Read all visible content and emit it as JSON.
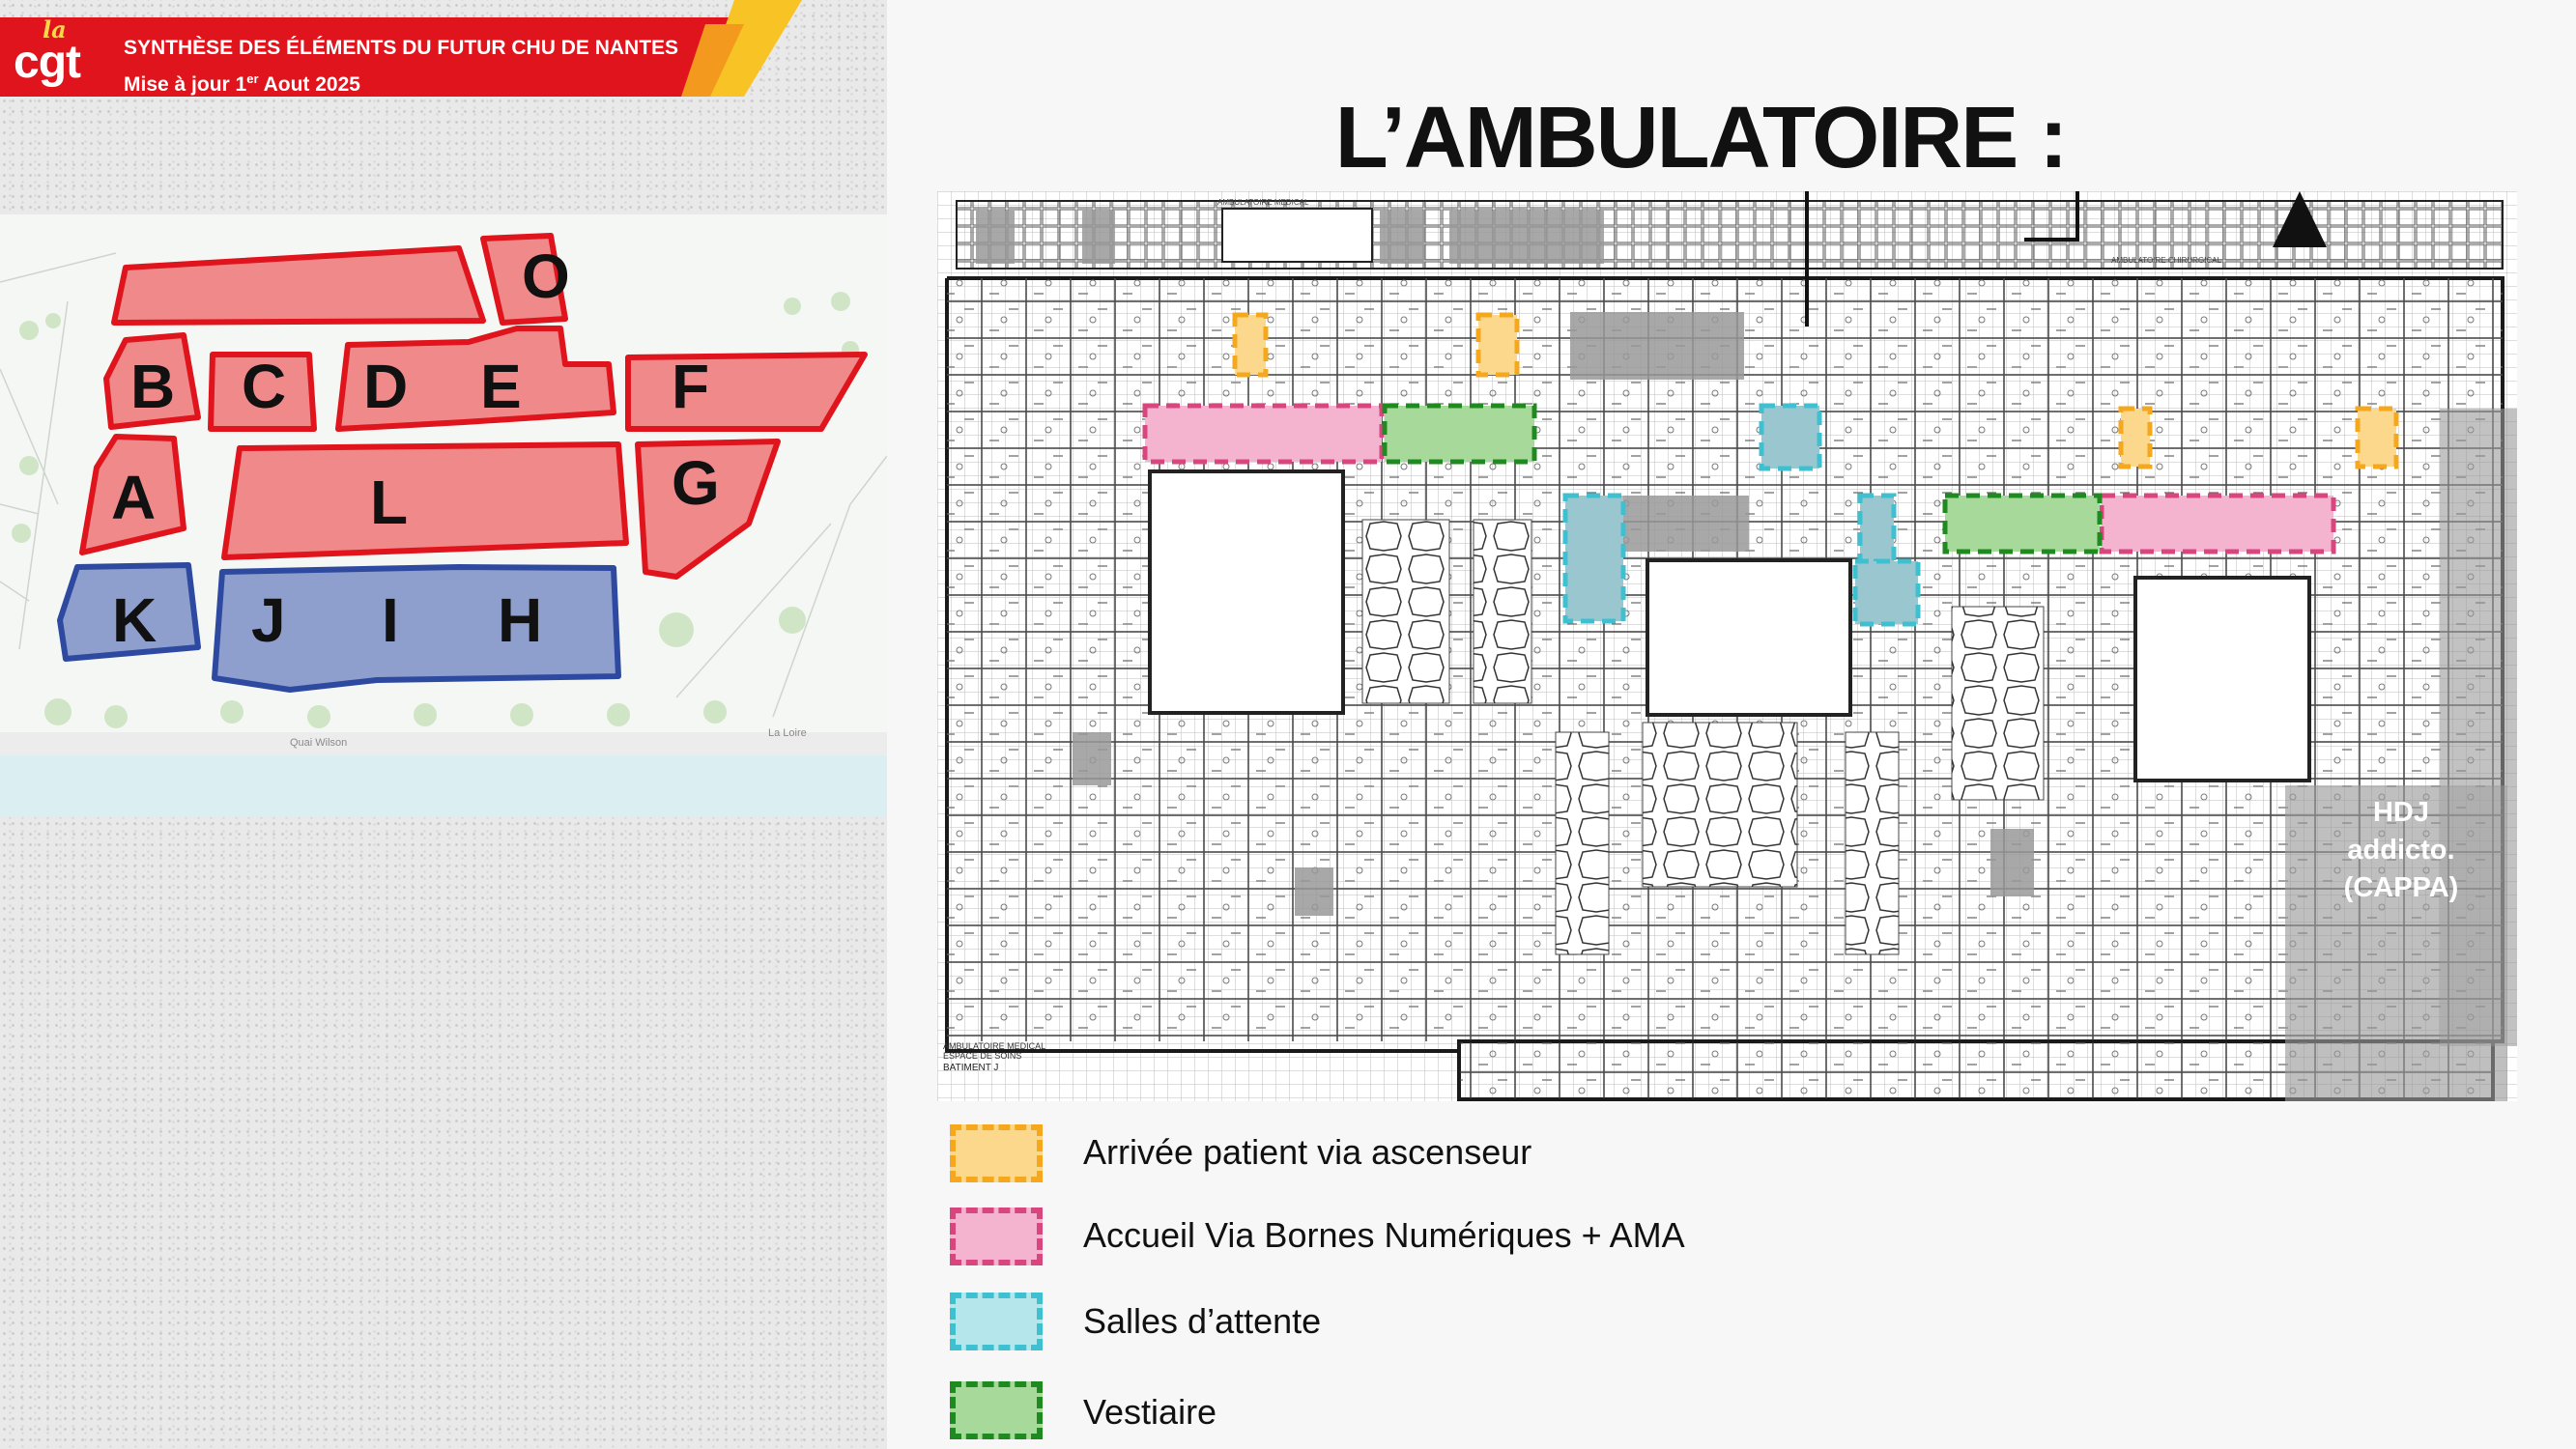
{
  "header": {
    "logo_small": "la",
    "logo_main": "cgt",
    "title": "SYNTHÈSE DES ÉLÉMENTS DU FUTUR CHU DE NANTES",
    "subtitle_pre": "Mise à jour 1",
    "subtitle_sup": "er",
    "subtitle_post": " Aout 2025"
  },
  "site_map": {
    "buildings_red": [
      "O",
      "B",
      "C",
      "D",
      "E",
      "F",
      "A",
      "L",
      "G"
    ],
    "buildings_blue": [
      "K",
      "J",
      "I",
      "H"
    ],
    "street_label": "Quai Wilson",
    "river_label": "La Loire",
    "colors": {
      "red_fill": "#f08a8a",
      "red_border": "#e0141c",
      "blue_fill": "#8f9fcd",
      "blue_border": "#2e49a0"
    }
  },
  "main": {
    "title": "L’AMBULATOIRE :",
    "plan_labels": {
      "medical": "AMBULATOIRE MEDICAL",
      "surgical": "AMBULATOIRE CHIRURGICAL",
      "bottom_1": "AMBULATOIRE MEDICAL",
      "bottom_2": "ESPACE DE SOINS",
      "bottom_3": "BATIMENT J"
    },
    "hdj_label": [
      "HDJ",
      "addicto.",
      "(CAPPA)"
    ]
  },
  "legend": [
    {
      "label": "Arrivée patient via ascenseur",
      "color": "#f5a81d",
      "fill": "#fbd88c"
    },
    {
      "label": "Accueil Via Bornes Numériques + AMA",
      "color": "#d9457f",
      "fill": "#f4b4cf"
    },
    {
      "label": "Salles d’attente",
      "color": "#3fc0d0",
      "fill": "#b5e6ec"
    },
    {
      "label": "Vestiaire",
      "color": "#1f8a1f",
      "fill": "#a7d99b"
    }
  ]
}
